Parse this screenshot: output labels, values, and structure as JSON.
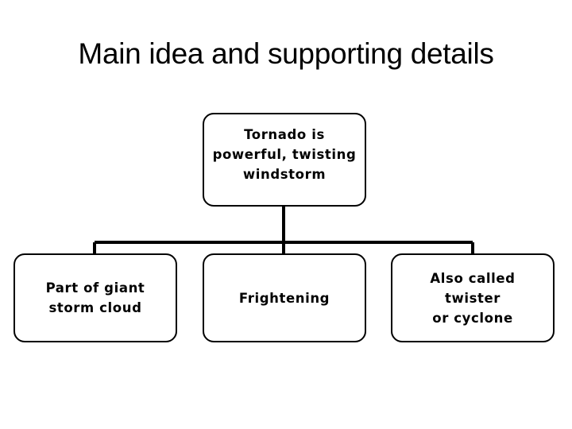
{
  "slide": {
    "title": "Main idea and supporting details",
    "background_color": "#ffffff",
    "text_color": "#000000",
    "line_color": "#000000"
  },
  "diagram": {
    "type": "main-idea-and-details-tree",
    "main_node": {
      "id": "main",
      "label": "Tornado is\npowerful, twisting\nwindstorm"
    },
    "detail_nodes": [
      {
        "id": "detail-left",
        "label": "Part of giant\nstorm cloud"
      },
      {
        "id": "detail-middle",
        "label": "Frightening"
      },
      {
        "id": "detail-right",
        "label": "Also called\ntwister\nor cyclone"
      }
    ]
  }
}
